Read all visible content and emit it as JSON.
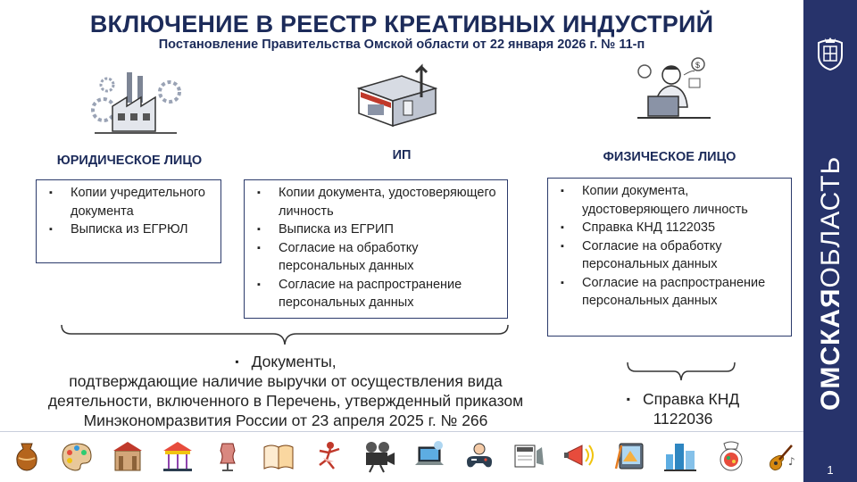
{
  "header": {
    "title": "ВКЛЮЧЕНИЕ В РЕЕСТР КРЕАТИВНЫХ ИНДУСТРИЙ",
    "subtitle": "Постановление Правительства Омской области от 22 января 2026 г. № 11-п"
  },
  "columns": [
    {
      "heading": "ЮРИДИЧЕСКОЕ ЛИЦО",
      "icon": "factory-gears-icon",
      "items": [
        "Копии учредительного документа",
        "Выписка из ЕГРЮЛ"
      ]
    },
    {
      "heading": "ИП",
      "icon": "shop-growth-icon",
      "items": [
        "Копии документа, удостоверяющего  личность",
        "Выписка из ЕГРИП",
        "Согласие на обработку персональных данных",
        "Согласие на распространение персональных данных"
      ]
    },
    {
      "heading": "ФИЗИЧЕСКОЕ ЛИЦО",
      "icon": "person-laptop-icon",
      "items": [
        "Копии документа, удостоверяющего  личность",
        "Справка КНД 1122035",
        "Согласие на обработку персональных данных",
        "Согласие на распространение персональных данных"
      ]
    }
  ],
  "common_documents": {
    "line1": "Документы,",
    "line2": "подтверждающие наличие выручки от осуществления вида",
    "line3": "деятельности, включенного в Перечень, утвержденный приказом",
    "line4": "Минэкономразвития России от 23 апреля 2025 г. № 266"
  },
  "individual_extra": {
    "line1": "Справка КНД",
    "line2": "1122036"
  },
  "sidebar": {
    "brand": "ОМСКАЯОБЛАСТЬ",
    "crest": "omsk-crest-icon"
  },
  "page_number": "1",
  "colors": {
    "navy": "#27336b",
    "text": "#1c2b5a"
  },
  "bottom_icons": [
    "pottery-icon",
    "painting-palette-icon",
    "architecture-icon",
    "carousel-icon",
    "fashion-mannequin-icon",
    "book-icon",
    "dance-theater-icon",
    "film-camera-icon",
    "laptop-it-icon",
    "gamepad-icon",
    "media-news-icon",
    "megaphone-advertising-icon",
    "design-tablet-icon",
    "city-buildings-icon",
    "gastronomy-icon",
    "music-guitar-icon"
  ]
}
